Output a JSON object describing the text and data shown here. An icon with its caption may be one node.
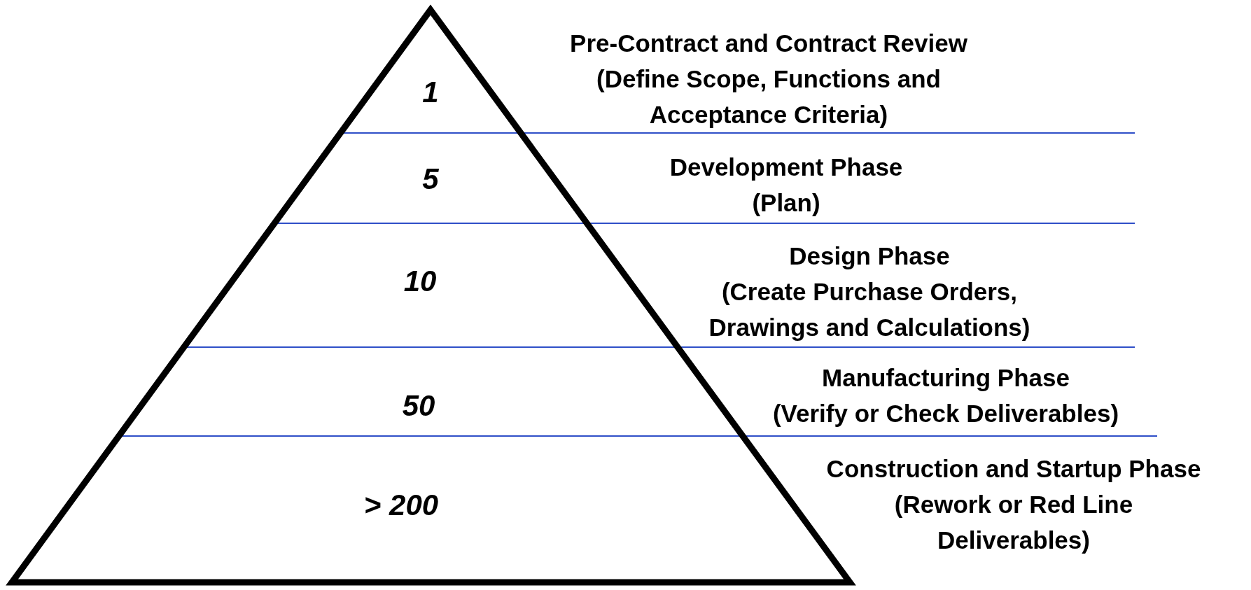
{
  "diagram": {
    "nodes": [
      {
        "text": [
          "1"
        ],
        "beside": [
          "Pre-Contract and Contract Review",
          "(Define Scope, Functions and Acceptance Criteria)"
        ]
      },
      {
        "text": [
          "5"
        ],
        "beside": [
          "Development Phase",
          "(Plan)"
        ]
      },
      {
        "text": [
          "10"
        ],
        "beside": [
          "Design Phase",
          "(Create Purchase Orders, Drawings and Calculations)"
        ]
      },
      {
        "text": [
          "50"
        ],
        "beside": [
          "Manufacturing Phase",
          "(Verify or Check Deliverables)"
        ]
      },
      {
        "text": [
          "> 200"
        ],
        "beside": [
          "Construction and Startup Phase",
          "(Rework or Red Line Deliverables)"
        ]
      }
    ]
  }
}
